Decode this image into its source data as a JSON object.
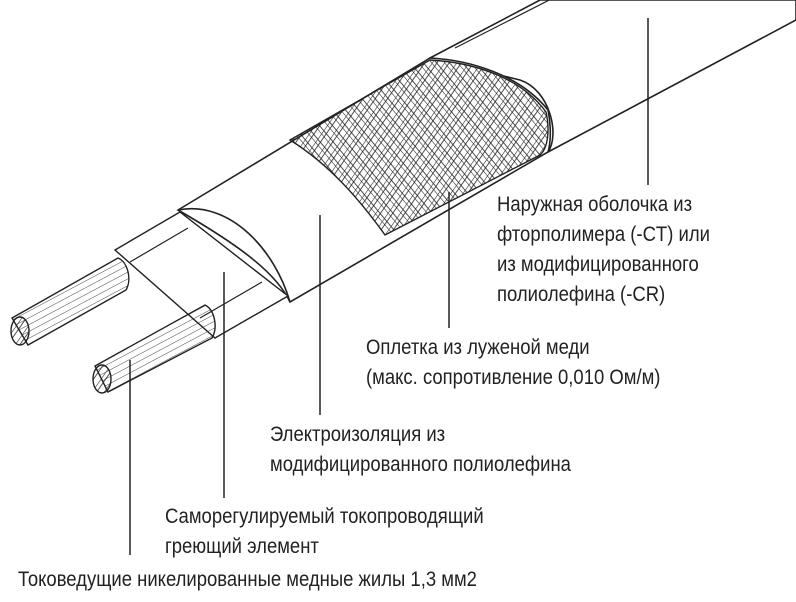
{
  "labels": {
    "jacket": [
      "Наружная оболочка из",
      "фторполимера (-CT) или",
      "из модифицированного",
      "полиолефина (-CR)"
    ],
    "braid": [
      "Оплетка из луженой меди",
      "(макс. сопротивление 0,010 Ом/м)"
    ],
    "insulation": [
      "Электроизоляция из",
      "модифицированного полиолефина"
    ],
    "core": [
      "Саморегулируемый токопроводящий",
      "греющий элемент"
    ],
    "wires": [
      "Токоведущие никелированные медные жилы 1,3 мм2"
    ]
  },
  "colors": {
    "line": "#222222",
    "fill": "#ffffff"
  }
}
